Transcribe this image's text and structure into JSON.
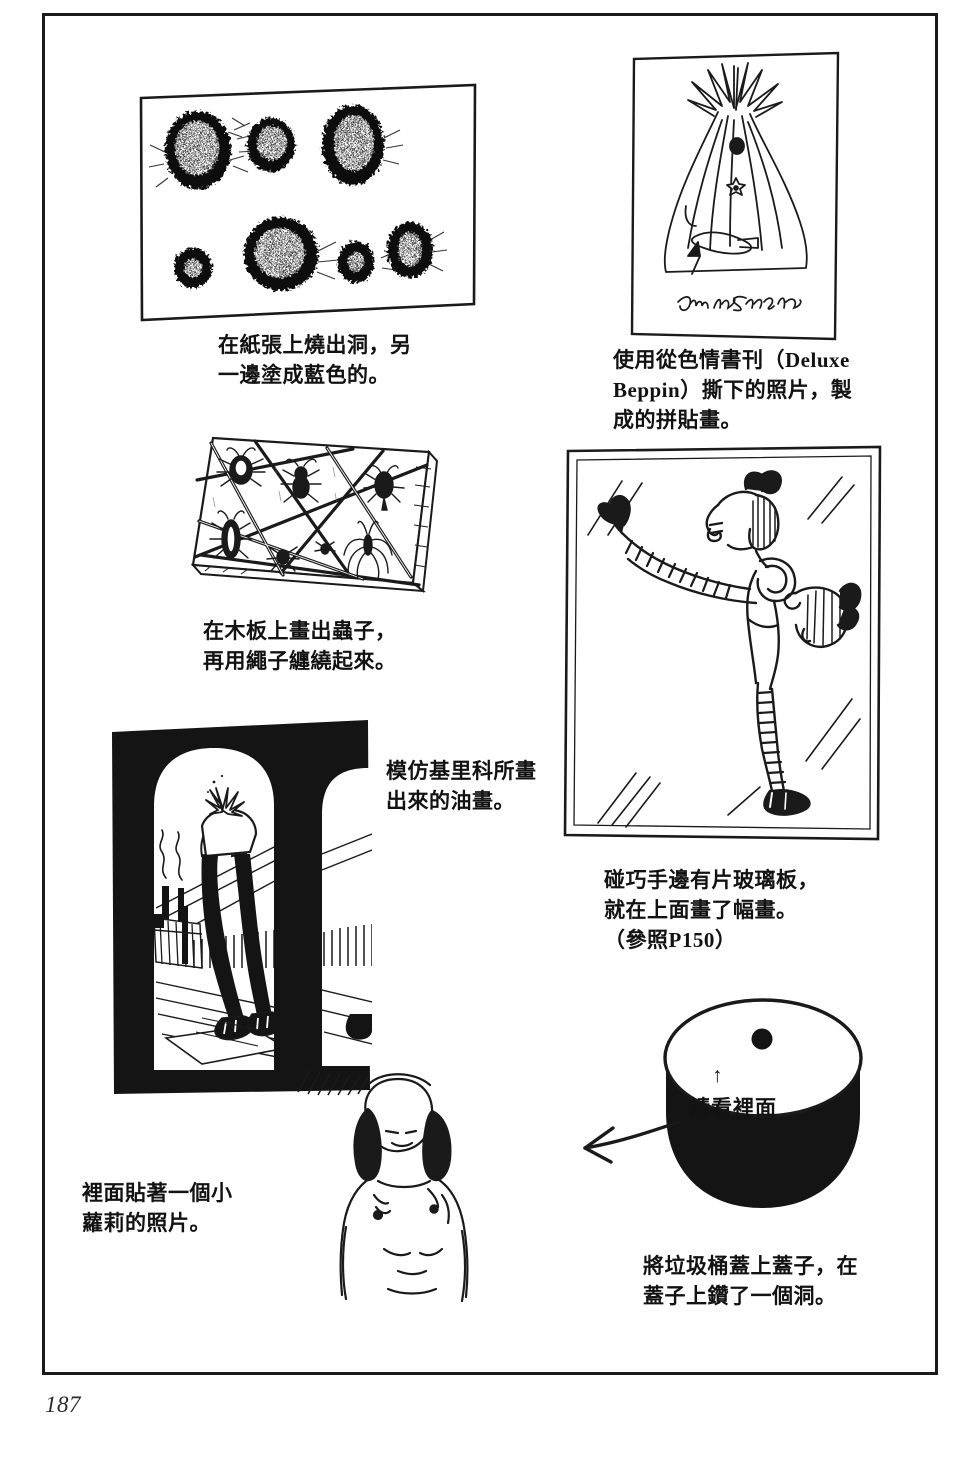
{
  "page": {
    "number": "187",
    "frame_color": "#1a1a1a",
    "ink_color": "#121212",
    "background_color": "#ffffff"
  },
  "panels": [
    {
      "id": "burned-paper",
      "name": "burned-paper-panel",
      "caption": "在紙張上燒出洞，另\n一邊塗成藍色的。",
      "description": "tilted rectangular sheet of paper with six burned holes, charred edges rendered with stipple and grey halftone fill"
    },
    {
      "id": "collage",
      "name": "collage-panel",
      "caption": "使用從色情書刊（Deluxe\nBeppin）撕下的照片，製\n成的拼貼畫。",
      "signature": "Jane Fonda",
      "description": "framed line-art collage of a figure with a spiky crown of hair"
    },
    {
      "id": "insect-board",
      "name": "insect-board-panel",
      "caption": "在木板上畫出蟲子，\n再用繩子纏繞起來。",
      "description": "wooden board drawn in perspective with six insects and criss-crossing ropes"
    },
    {
      "id": "glass-painting",
      "name": "glass-painting-panel",
      "caption": "碰巧手邊有片玻璃板，\n就在上面畫了幅畫。\n（參照P150）",
      "description": "girl in striped stockings kicking, painted on a sheet of glass, with reflection streaks"
    },
    {
      "id": "chirico-oil",
      "name": "chirico-oil-panel",
      "caption": "模仿基里科所畫\n出來的油畫。",
      "description": "dark arch-framed oil painting of headless legs in black stockings walking on a sunlit plaza with smokestacks"
    },
    {
      "id": "inside-photo",
      "name": "inside-photo-panel",
      "caption": "裡面貼著一個小\n蘿莉的照片。",
      "description": "circular vignette of a topless young girl, heavy diagonal hatching around edges"
    },
    {
      "id": "trash-bin",
      "name": "trash-bin-panel",
      "caption": "將垃圾桶蓋上蓋子，在\n蓋子上鑽了一個洞。",
      "lid_label": "請看裡面",
      "lid_arrow": "↑",
      "description": "cylindrical trash bin with white lid, a drilled black hole and an arrow label"
    }
  ],
  "annotations": {
    "pointer_arrow": "arrow from trash bin to inside photo"
  }
}
